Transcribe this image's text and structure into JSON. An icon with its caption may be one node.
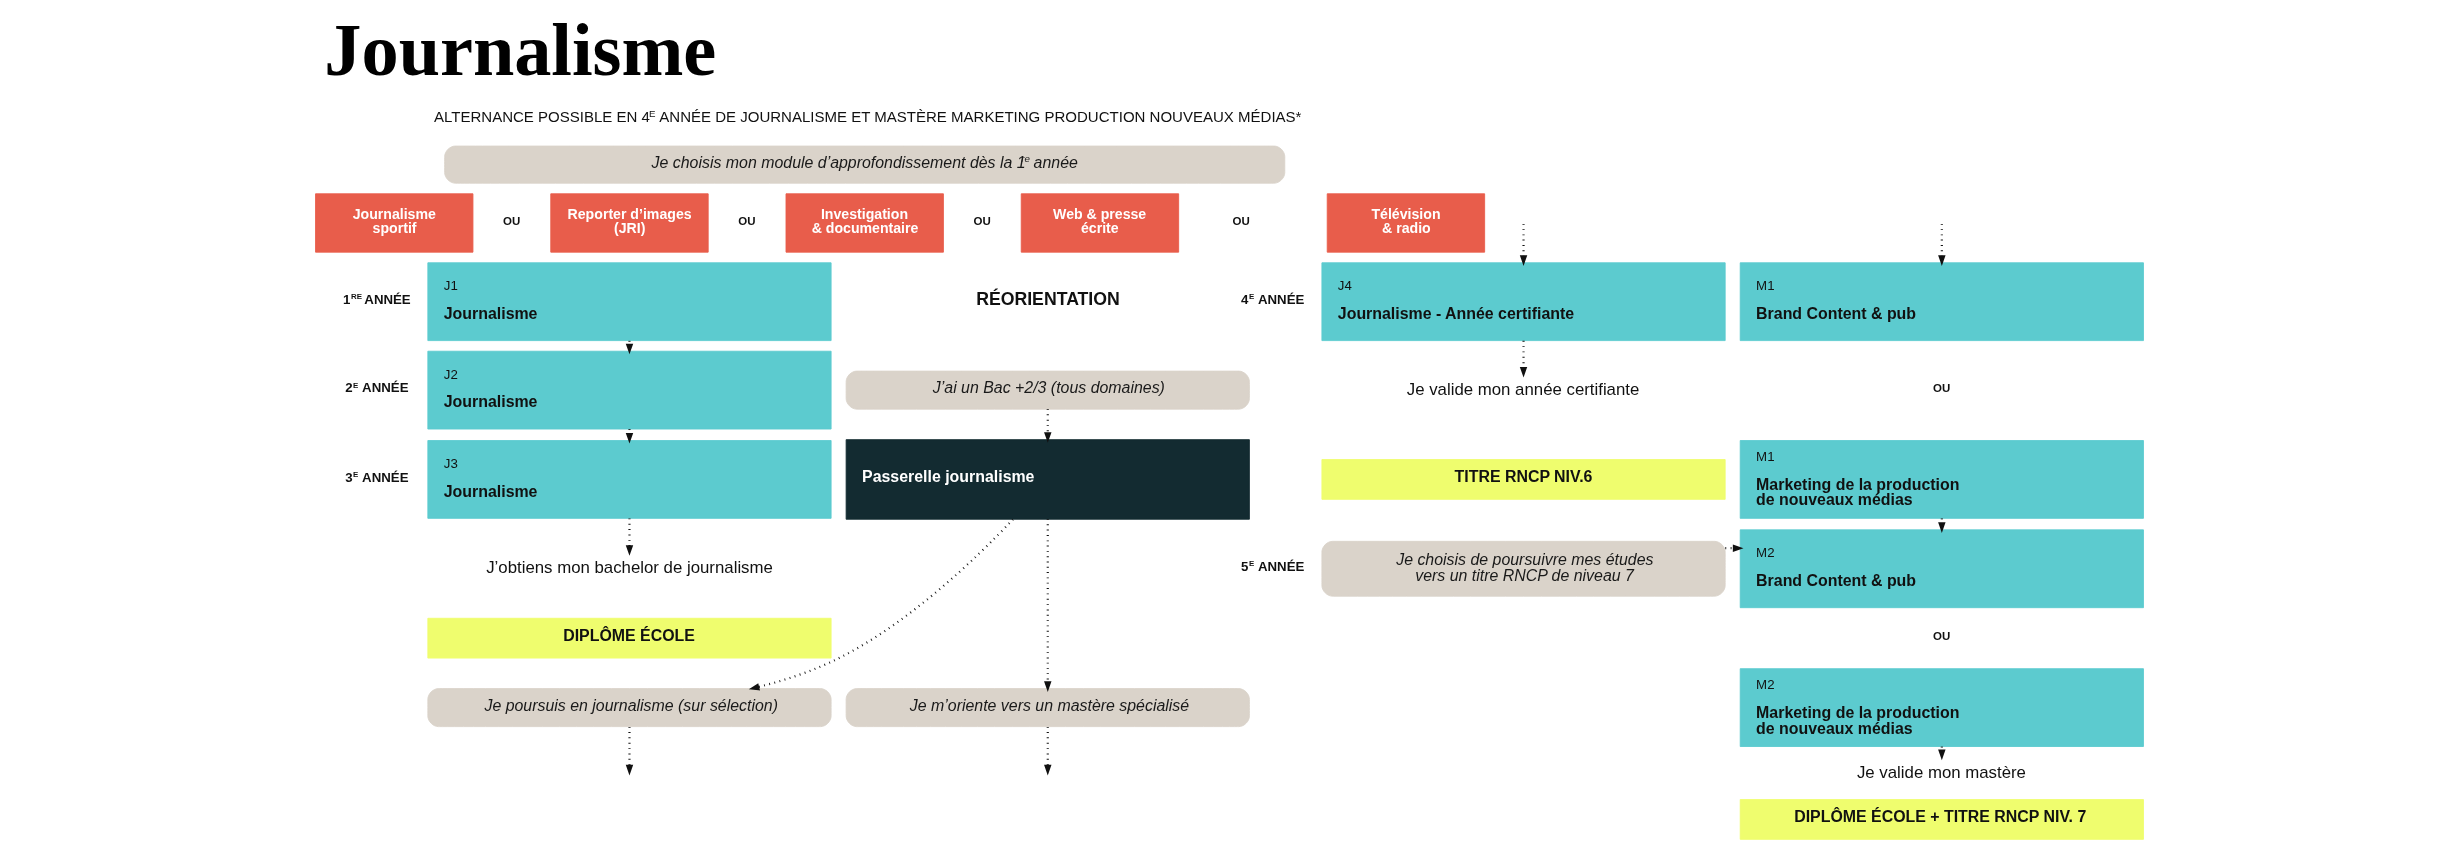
{
  "diagram": {
    "title": "Journalisme",
    "nodes": [
      {
        "text": [
          "Je choisis mon module d’approfondissement dès la 1$^{re}$ année"
        ]
      },
      {
        "text": [
          "Journalisme sportif"
        ]
      },
      {
        "text": [
          "Reporter d’images (JRI)"
        ]
      },
      {
        "text": [
          "Investigation & documentaire"
        ]
      },
      {
        "text": [
          "Web & presse écrite"
        ]
      },
      {
        "text": [
          "Télévision & radio"
        ]
      },
      {
        "text": [
          "J1",
          "Journalisme"
        ]
      },
      {
        "text": [
          "J2",
          "Journalisme"
        ]
      },
      {
        "text": [
          "J3",
          "Journalisme"
        ]
      },
      {
        "text": [
          "J’obtiens mon bachelor de journalisme"
        ]
      },
      {
        "text": [
          "DIPLÔME ÉCOLE"
        ]
      },
      {
        "text": [
          "Je poursuis en journalisme (sur sélection)"
        ]
      },
      {
        "text": [
          "J’ai un Bac +2/3 (tous domaines)"
        ]
      },
      {
        "text": [
          "Passerelle journalisme"
        ]
      },
      {
        "text": [
          "Je m’oriente vers un mastère spécialisé"
        ]
      },
      {
        "text": [
          "J4",
          "Journalisme - Année certifiante"
        ]
      },
      {
        "text": [
          "Je valide mon année certifiante"
        ]
      },
      {
        "text": [
          "TITRE RNCP NIV.6"
        ]
      },
      {
        "text": [
          "Je choisis de poursuivre mes études vers un titre RNCP de niveau 7"
        ]
      },
      {
        "text": [
          "M1",
          "Brand Content & pub"
        ]
      },
      {
        "text": [
          "M1",
          "Marketing de la production de nouveaux médias"
        ]
      },
      {
        "text": [
          "M2",
          "Brand Content & pub"
        ]
      },
      {
        "text": [
          "M2",
          "Marketing de la production de nouveaux médias"
        ]
      },
      {
        "text": [
          "Je valide mon mastère"
        ]
      },
      {
        "text": [
          "DIPLÔME ÉCOLE + TITRE RNCP NIV. 7"
        ]
      }
    ],
    "edges": [
      {
        "from": 6,
        "to": 7,
        "arrow": "to"
      },
      {
        "from": 7,
        "to": 8,
        "arrow": "to"
      },
      {
        "from": 8,
        "to": 9,
        "arrow": "to"
      },
      {
        "from": 11,
        "to": null,
        "arrow": "to"
      },
      {
        "from": 12,
        "to": 13,
        "arrow": "to"
      },
      {
        "from": 13,
        "to": 14,
        "arrow": "to"
      },
      {
        "from": 13,
        "to": 11,
        "arrow": "to"
      },
      {
        "from": 14,
        "to": null,
        "arrow": "to"
      },
      {
        "from": null,
        "to": 15,
        "arrow": "to"
      },
      {
        "from": 15,
        "to": 16,
        "arrow": "to"
      },
      {
        "from": null,
        "to": 19,
        "arrow": "to"
      },
      {
        "from": 20,
        "to": 21,
        "arrow": "to"
      },
      {
        "from": 18,
        "to": 21,
        "arrow": "to"
      },
      {
        "from": 22,
        "to": 23,
        "arrow": "to"
      }
    ],
    "labels": [
      "ALTERNANCE POSSIBLE EN 4$^{E}$ ANNÉE DE JOURNALISME ET MASTÈRE MARKETING PRODUCTION NOUVEAUX MÉDIAS*",
      "OU",
      "OU",
      "OU",
      "OU",
      "1$^{RE}$ ANNÉE",
      "2$^{E}$ ANNÉE",
      "RÉORIENTATION",
      "3$^{E}$ ANNÉE",
      "4$^{E}$ ANNÉE",
      "OU",
      "5$^{E}$ ANNÉE",
      "OU"
    ]
  }
}
